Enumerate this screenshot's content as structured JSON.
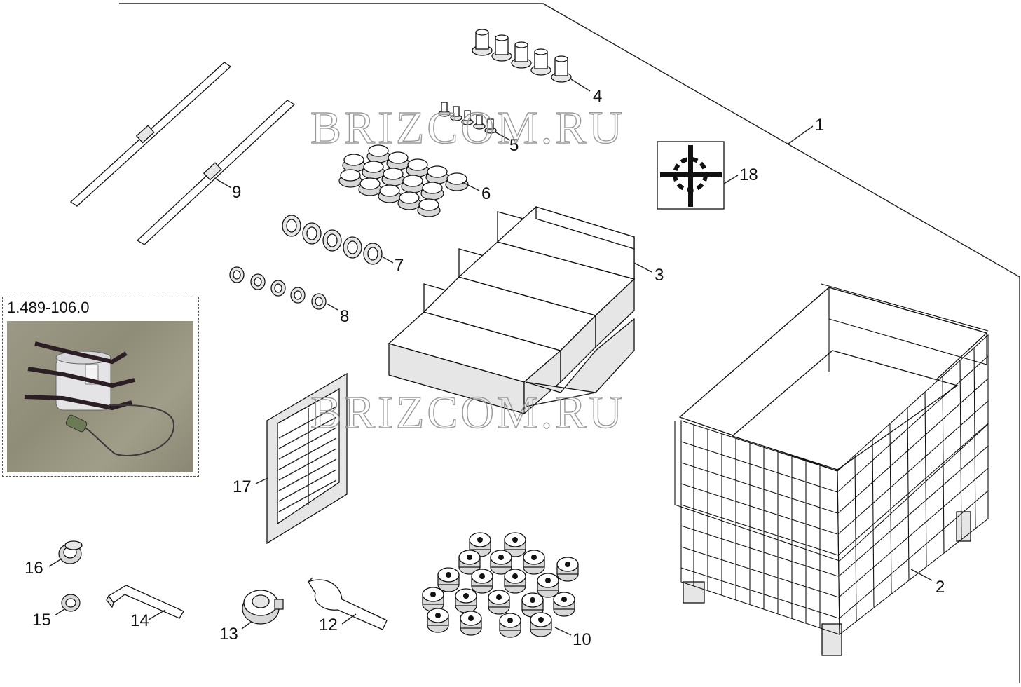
{
  "watermark": "BRIZCOM.RU",
  "kit_photo": {
    "caption": "1.489-106.0"
  },
  "callouts": [
    "1",
    "2",
    "3",
    "4",
    "5",
    "6",
    "7",
    "8",
    "9",
    "10",
    "12",
    "13",
    "14",
    "15",
    "16",
    "17",
    "18"
  ]
}
